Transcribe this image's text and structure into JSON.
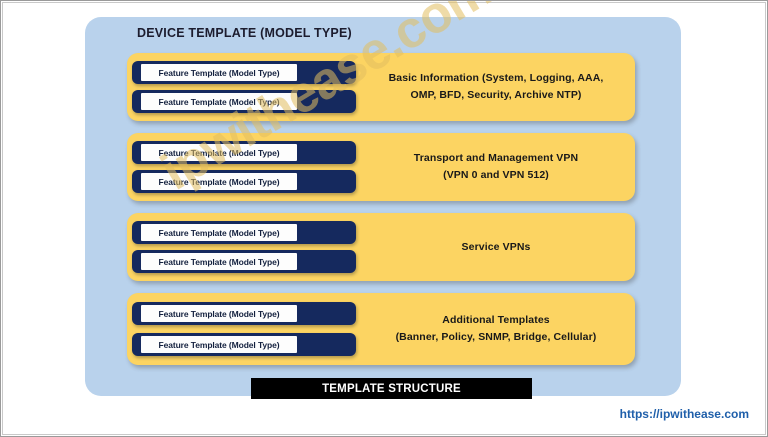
{
  "diagram": {
    "title": "DEVICE TEMPLATE (MODEL TYPE)",
    "feature_template_label": "Feature Template (Model Type)",
    "watermark": "ipwithease.com",
    "footer_bar": "TEMPLATE STRUCTURE",
    "site_url": "https://ipwithease.com",
    "colors": {
      "panel_blue": "#b9d2ec",
      "section_yellow": "#fcd462",
      "feature_navy": "#15295e",
      "footer_black": "#000000",
      "url_blue": "#1f5faa"
    },
    "sections": [
      {
        "caption_line1": "Basic Information  (System, Logging, AAA,",
        "caption_line2": "OMP, BFD, Security, Archive NTP)",
        "feature_templates": [
          "Feature Template (Model Type)",
          "Feature Template (Model Type)"
        ]
      },
      {
        "caption_line1": "Transport  and Management  VPN",
        "caption_line2": "(VPN 0 and VPN 512)",
        "feature_templates": [
          "Feature Template (Model Type)",
          "Feature Template (Model Type)"
        ]
      },
      {
        "caption_line1": "Service  VPNs",
        "caption_line2": "",
        "feature_templates": [
          "Feature Template (Model Type)",
          "Feature Template (Model Type)"
        ]
      },
      {
        "caption_line1": "Additional  Templates",
        "caption_line2": "(Banner, Policy, SNMP, Bridge, Cellular)",
        "feature_templates": [
          "Feature Template (Model Type)",
          "Feature Template (Model Type)"
        ]
      }
    ]
  }
}
